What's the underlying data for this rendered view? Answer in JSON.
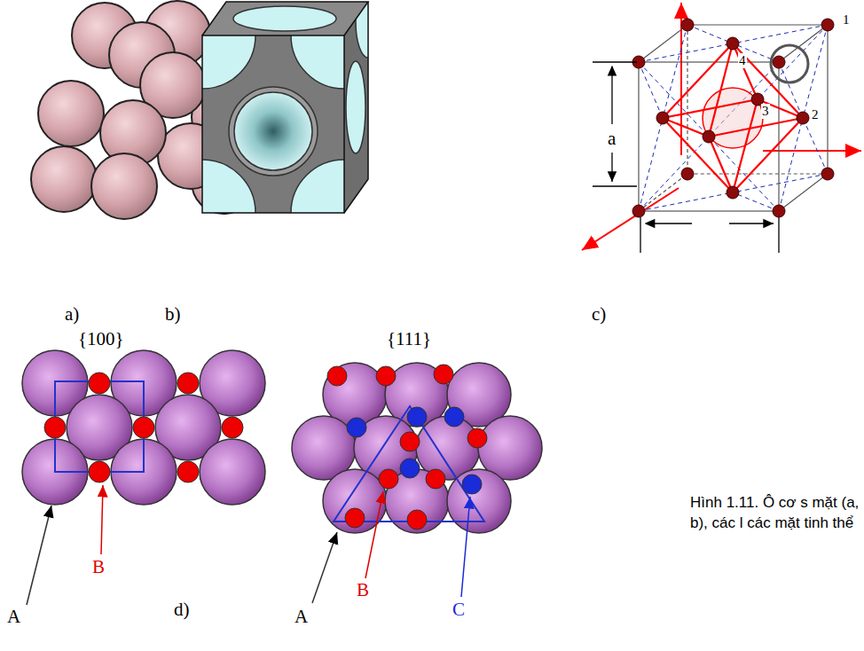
{
  "diagram": {
    "caption": "Hình 1.11. Ô cơ s mặt (a, b), các l các mặt tinh thể",
    "labels": [
      "a)",
      "b)",
      "c)",
      "{100}",
      "{111}",
      "d)",
      "A",
      "B",
      "A",
      "B",
      "C",
      "a",
      "1",
      "2",
      "3",
      "4"
    ]
  }
}
